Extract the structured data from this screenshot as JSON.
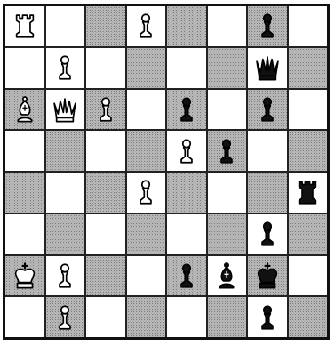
{
  "board": {
    "rows": [
      [
        {
          "shade": "light",
          "piece": "white-rook"
        },
        {
          "shade": "light",
          "piece": null
        },
        {
          "shade": "dark",
          "piece": null
        },
        {
          "shade": "light",
          "piece": "white-pawn"
        },
        {
          "shade": "dark",
          "piece": null
        },
        {
          "shade": "light",
          "piece": null
        },
        {
          "shade": "dark",
          "piece": "black-pawn"
        },
        {
          "shade": "light",
          "piece": null
        }
      ],
      [
        {
          "shade": "light",
          "piece": null
        },
        {
          "shade": "light",
          "piece": "white-pawn"
        },
        {
          "shade": "light",
          "piece": null
        },
        {
          "shade": "dark",
          "piece": null
        },
        {
          "shade": "light",
          "piece": null
        },
        {
          "shade": "dark",
          "piece": null
        },
        {
          "shade": "light",
          "piece": "black-queen"
        },
        {
          "shade": "dark",
          "piece": null
        }
      ],
      [
        {
          "shade": "dark",
          "piece": "white-bishop"
        },
        {
          "shade": "light",
          "piece": "white-queen"
        },
        {
          "shade": "dark",
          "piece": "white-pawn"
        },
        {
          "shade": "light",
          "piece": null
        },
        {
          "shade": "dark",
          "piece": "black-pawn"
        },
        {
          "shade": "light",
          "piece": null
        },
        {
          "shade": "dark",
          "piece": "black-pawn"
        },
        {
          "shade": "light",
          "piece": null
        }
      ],
      [
        {
          "shade": "light",
          "piece": null
        },
        {
          "shade": "dark",
          "piece": null
        },
        {
          "shade": "light",
          "piece": null
        },
        {
          "shade": "dark",
          "piece": null
        },
        {
          "shade": "light",
          "piece": "white-pawn"
        },
        {
          "shade": "dark",
          "piece": "black-pawn"
        },
        {
          "shade": "light",
          "piece": null
        },
        {
          "shade": "dark",
          "piece": null
        }
      ],
      [
        {
          "shade": "dark",
          "piece": null
        },
        {
          "shade": "light",
          "piece": null
        },
        {
          "shade": "dark",
          "piece": null
        },
        {
          "shade": "light",
          "piece": "white-pawn"
        },
        {
          "shade": "dark",
          "piece": null
        },
        {
          "shade": "light",
          "piece": null
        },
        {
          "shade": "dark",
          "piece": null
        },
        {
          "shade": "light",
          "piece": "black-rook"
        }
      ],
      [
        {
          "shade": "light",
          "piece": null
        },
        {
          "shade": "dark",
          "piece": null
        },
        {
          "shade": "light",
          "piece": null
        },
        {
          "shade": "dark",
          "piece": null
        },
        {
          "shade": "light",
          "piece": null
        },
        {
          "shade": "dark",
          "piece": null
        },
        {
          "shade": "light",
          "piece": "black-pawn"
        },
        {
          "shade": "dark",
          "piece": null
        }
      ],
      [
        {
          "shade": "dark",
          "piece": "white-king"
        },
        {
          "shade": "light",
          "piece": "white-pawn"
        },
        {
          "shade": "dark",
          "piece": null
        },
        {
          "shade": "light",
          "piece": null
        },
        {
          "shade": "dark",
          "piece": "black-pawn"
        },
        {
          "shade": "light",
          "piece": "black-bishop"
        },
        {
          "shade": "dark",
          "piece": "black-king"
        },
        {
          "shade": "light",
          "piece": null
        }
      ],
      [
        {
          "shade": "light",
          "piece": null
        },
        {
          "shade": "dark",
          "piece": "white-pawn"
        },
        {
          "shade": "light",
          "piece": null
        },
        {
          "shade": "dark",
          "piece": null
        },
        {
          "shade": "light",
          "piece": null
        },
        {
          "shade": "dark",
          "piece": null
        },
        {
          "shade": "light",
          "piece": "black-pawn"
        },
        {
          "shade": "dark",
          "piece": null
        }
      ]
    ]
  },
  "colors": {
    "border": "#111111",
    "light_square": "#ffffff",
    "dark_square": "#cfcfcf",
    "white_piece_fill": "#ffffff",
    "black_piece_fill": "#111111",
    "piece_outline": "#000000"
  }
}
